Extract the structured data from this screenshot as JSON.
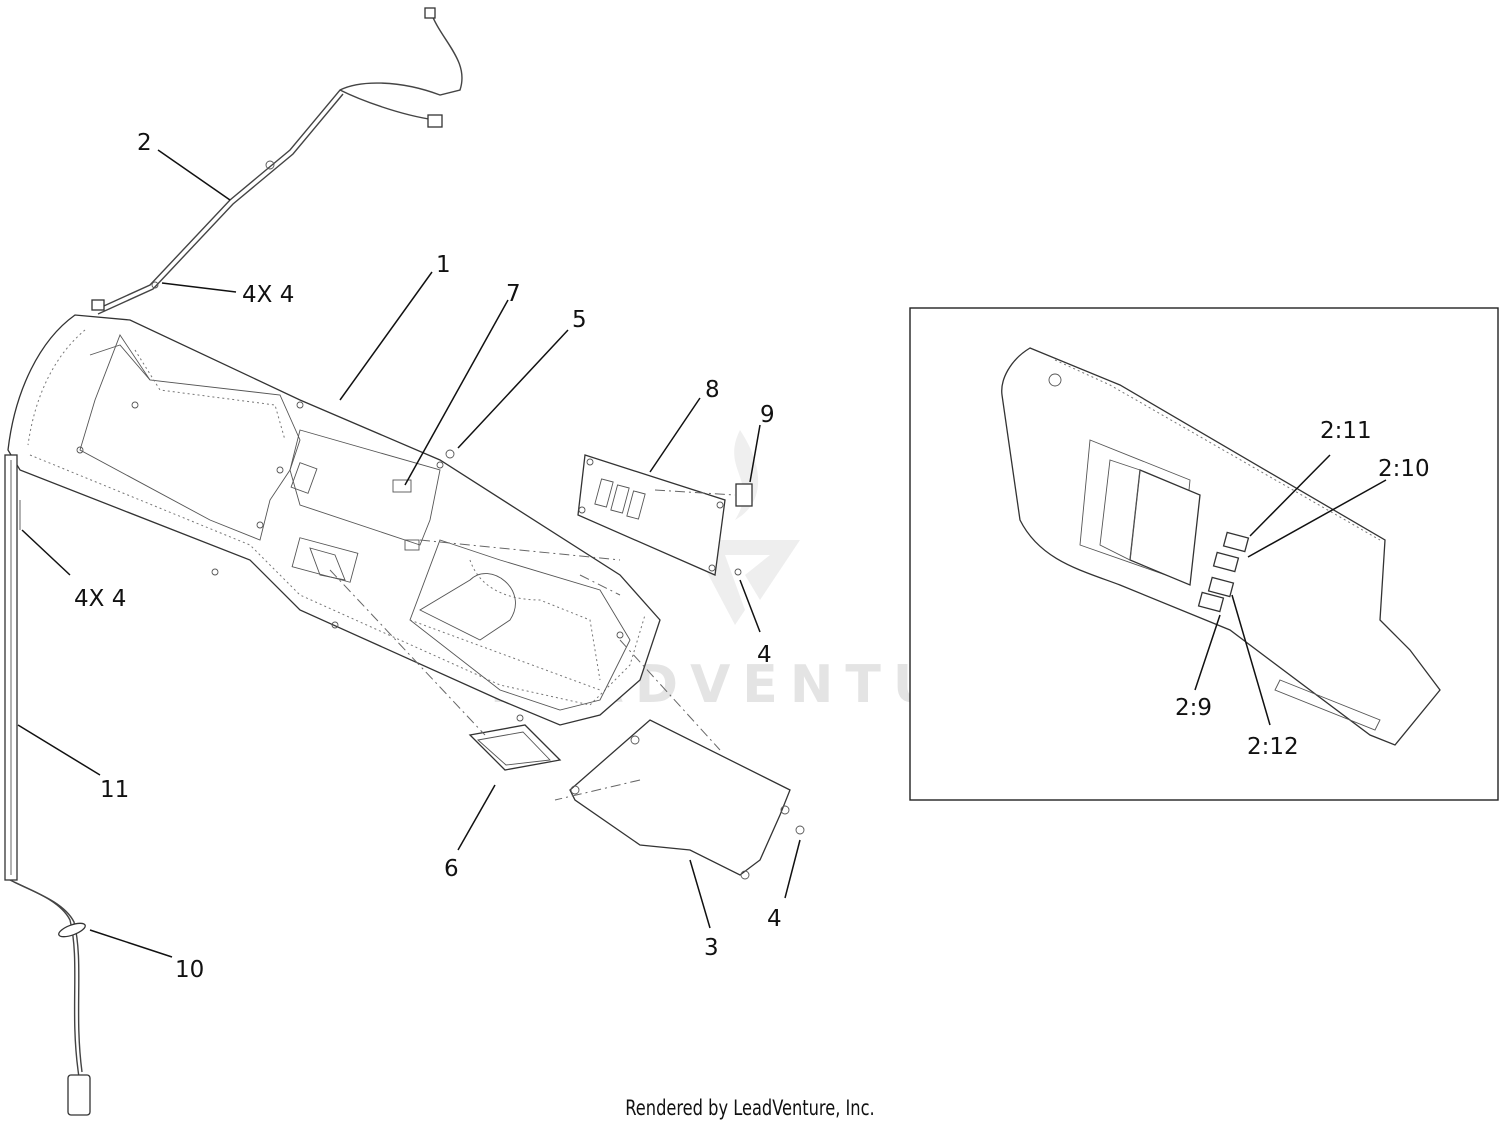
{
  "watermark": {
    "text": "LEADVENTURE"
  },
  "footer": {
    "credit": "Rendered by LeadVenture, Inc."
  },
  "callouts": {
    "c1": "1",
    "c2": "2",
    "c3": "3",
    "c4a": "4X 4",
    "c4b": "4X 4",
    "c4c": "4",
    "c4d": "4",
    "c5": "5",
    "c6": "6",
    "c7": "7",
    "c8": "8",
    "c9": "9",
    "c10": "10",
    "c11": "11"
  },
  "detail": {
    "c2_11": "2:11",
    "c2_10": "2:10",
    "c2_9": "2:9",
    "c2_12": "2:12"
  },
  "colors": {
    "line": "#333333",
    "watermark": "#e4e4e4"
  }
}
